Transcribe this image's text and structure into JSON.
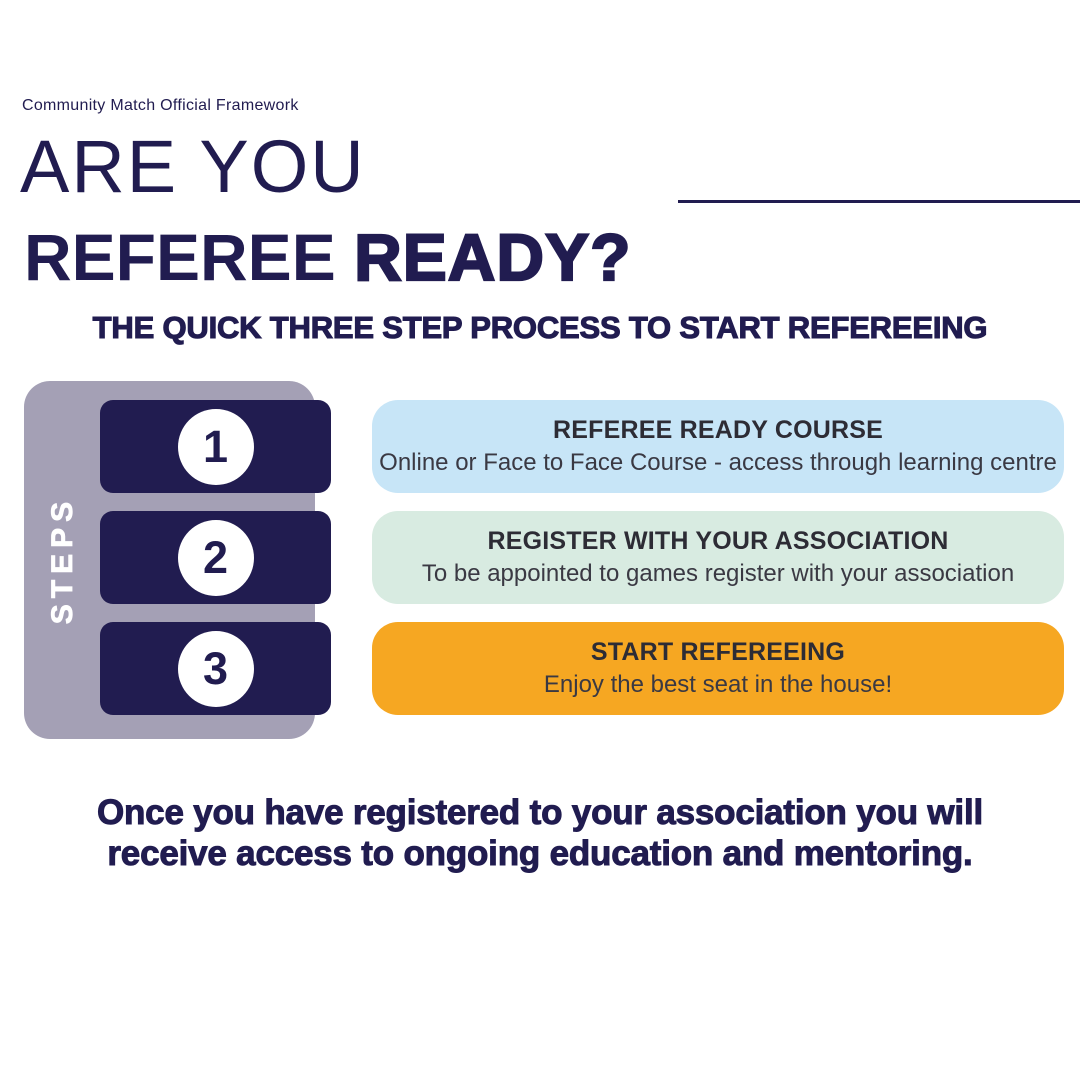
{
  "colors": {
    "navy": "#211c50",
    "panel_gray": "#a4a0b5",
    "box_blue": "#c7e5f7",
    "box_mint": "#d8ebe1",
    "box_orange": "#f6a722",
    "white": "#ffffff",
    "box_title_text": "#2d2c35",
    "box_body_text": "#3a3943"
  },
  "header": {
    "kicker": "Community Match Official Framework",
    "title_line1": "ARE YOU",
    "title_line2_part1": "REFEREE ",
    "title_line2_part2": "READY?",
    "subtitle": "THE QUICK THREE STEP PROCESS TO START REFEREEING"
  },
  "steps_panel": {
    "label": "STEPS"
  },
  "steps": [
    {
      "number": "1",
      "title": "REFEREE READY COURSE",
      "description": "Online or Face to Face Course - access through learning centre",
      "color": "#c7e5f7"
    },
    {
      "number": "2",
      "title": "REGISTER WITH YOUR ASSOCIATION",
      "description": "To be appointed to games register with your association",
      "color": "#d8ebe1"
    },
    {
      "number": "3",
      "title": "START REFEREEING",
      "description": "Enjoy the best seat in the house!",
      "color": "#f6a722"
    }
  ],
  "footer": {
    "line1": "Once you have registered to your association you will",
    "line2": "receive access to ongoing education and mentoring."
  }
}
